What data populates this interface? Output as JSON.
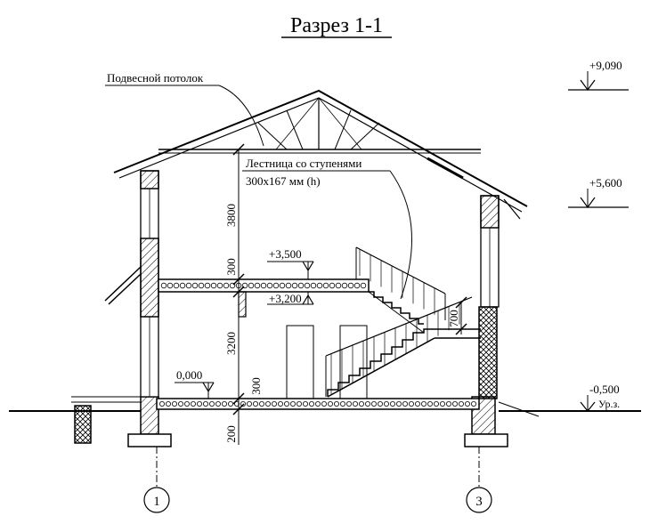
{
  "title": "Разрез 1-1",
  "labels": {
    "ceiling": "Подвесной потолок",
    "stair_line1": "Лестница со ступенями",
    "stair_line2": "300x167 мм (h)",
    "ground": "Ур.з."
  },
  "elevations": {
    "ridge": "+9,090",
    "eave": "+5,600",
    "floor2_top": "+3,500",
    "floor2_bottom": "+3,200",
    "floor1": "0,000",
    "ground": "-0,500"
  },
  "dimensions": {
    "upper_height": "3800",
    "slab2_thickness": "300",
    "lower_height": "3200",
    "slab1_thickness": "300",
    "foundation_top": "200",
    "stair_rise": "700"
  },
  "axes": [
    "1",
    "3"
  ]
}
